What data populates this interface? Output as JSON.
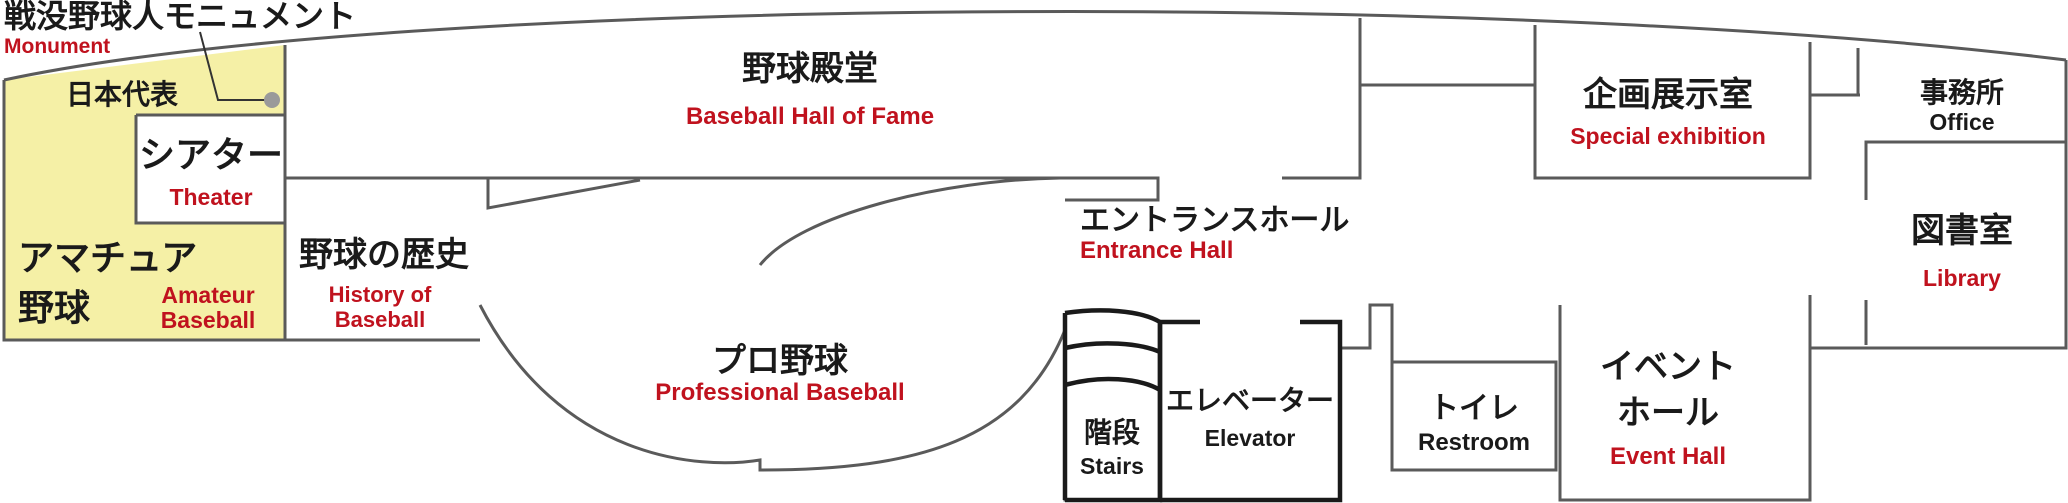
{
  "accent_colors": {
    "english_label": "#c0121e",
    "amateur_zone": "#f5f0a6",
    "wall": "#5a5a5a",
    "text": "#1a1a1a"
  },
  "rooms": {
    "monument": {
      "jp": "戦没野球人モニュメント",
      "en": "Monument"
    },
    "japan_team": {
      "jp": "日本代表"
    },
    "theater": {
      "jp": "シアター",
      "en": "Theater"
    },
    "amateur": {
      "jp_line1": "アマチュア",
      "jp_line2": "野球",
      "en_line1": "Amateur",
      "en_line2": "Baseball"
    },
    "history": {
      "jp": "野球の歴史",
      "en_line1": "History of",
      "en_line2": "Baseball"
    },
    "hall_of_fame": {
      "jp": "野球殿堂",
      "en": "Baseball Hall of Fame"
    },
    "professional": {
      "jp": "プロ野球",
      "en": "Professional Baseball"
    },
    "entrance": {
      "jp": "エントランスホール",
      "en": "Entrance Hall"
    },
    "stairs": {
      "jp": "階段",
      "en": "Stairs"
    },
    "elevator": {
      "jp": "エレベーター",
      "en": "Elevator"
    },
    "restroom": {
      "jp": "トイレ",
      "en": "Restroom"
    },
    "event_hall": {
      "jp_line1": "イベント",
      "jp_line2": "ホール",
      "en": "Event Hall"
    },
    "special_exhibition": {
      "jp": "企画展示室",
      "en": "Special exhibition"
    },
    "office": {
      "jp": "事務所",
      "en": "Office"
    },
    "library": {
      "jp": "図書室",
      "en": "Library"
    }
  }
}
